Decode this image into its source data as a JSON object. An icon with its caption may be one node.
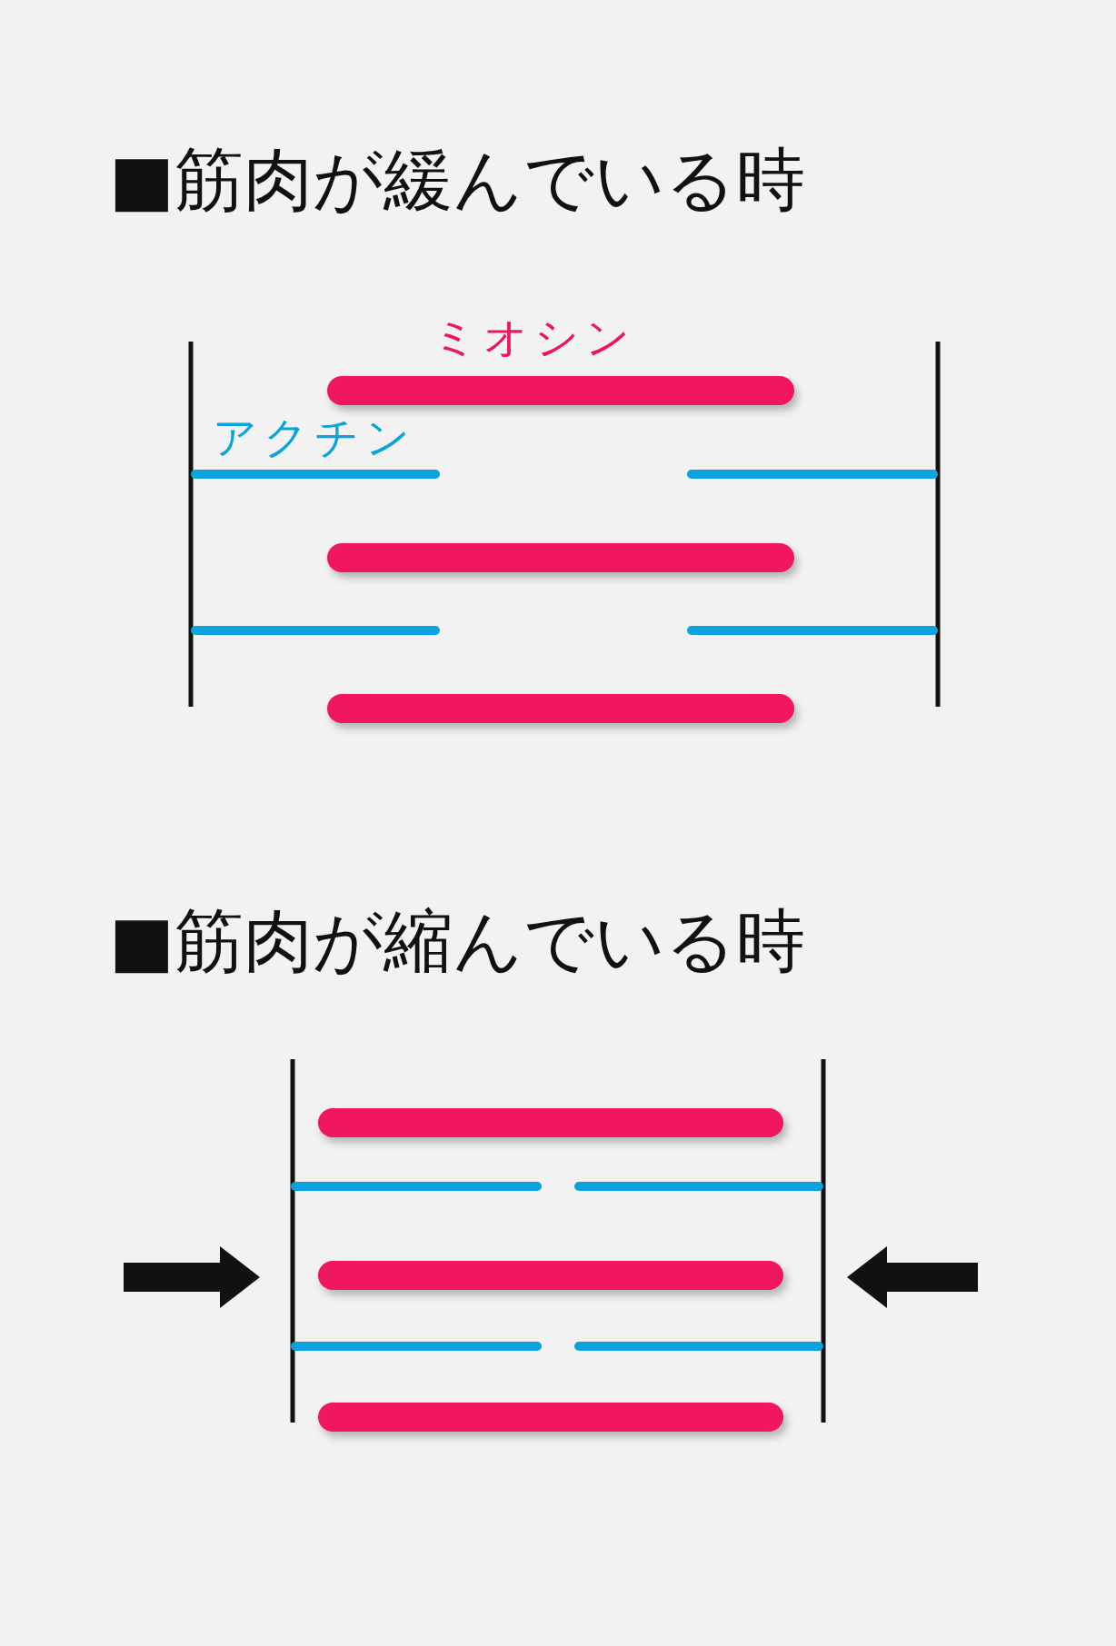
{
  "diagram": {
    "labels": [
      "■筋肉が緩んでいる時",
      "ミオシン",
      "アクチン",
      "■筋肉が縮んでいる時"
    ]
  }
}
